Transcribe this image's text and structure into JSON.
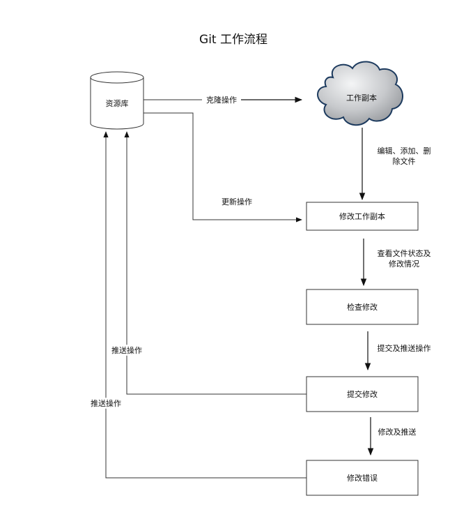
{
  "title": "Git 工作流程",
  "nodes": {
    "repository": "资源库",
    "working_copy": "工作副本",
    "modify_copy": "修改工作副本",
    "review_changes": "检查修改",
    "commit_changes": "提交修改",
    "fix_errors": "修改错误"
  },
  "edges": {
    "clone": "克隆操作",
    "edit_add_delete_line1": "编辑、添加、删",
    "edit_add_delete_line2": "除文件",
    "update": "更新操作",
    "check_status_line1": "查看文件状态及",
    "check_status_line2": "修改情况",
    "commit_push": "提交及推送操作",
    "modify_push": "修改及推送",
    "push_1": "推送操作",
    "push_2": "推送操作"
  },
  "colors": {
    "cloud_fill_light": "#f4f5f6",
    "cloud_fill_dark": "#8f9296",
    "cloud_stroke": "#1c3a5e"
  }
}
